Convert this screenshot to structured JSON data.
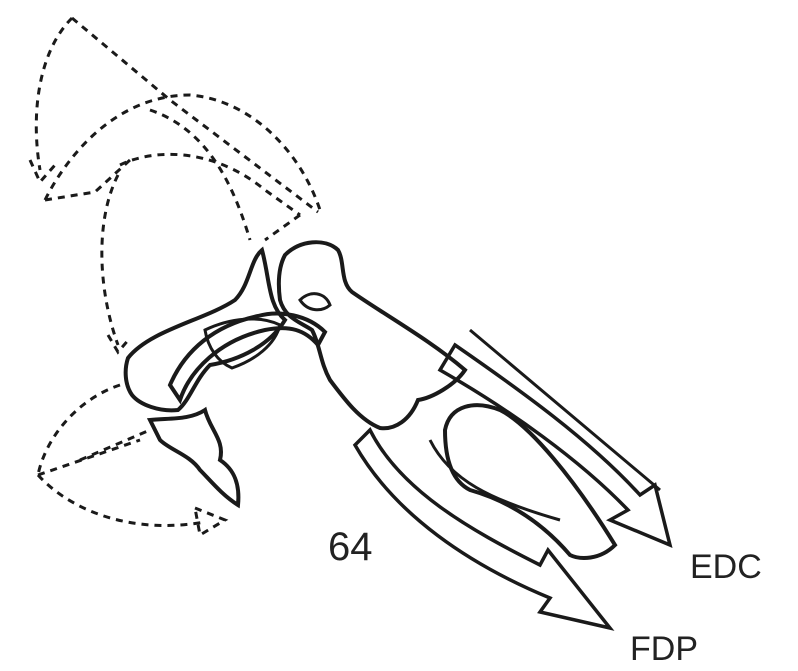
{
  "figure": {
    "number": "64",
    "labels": {
      "edc": "EDC",
      "fdp": "FDP"
    }
  },
  "colors": {
    "ink": "#1a1a1a",
    "paper": "#ffffff"
  }
}
